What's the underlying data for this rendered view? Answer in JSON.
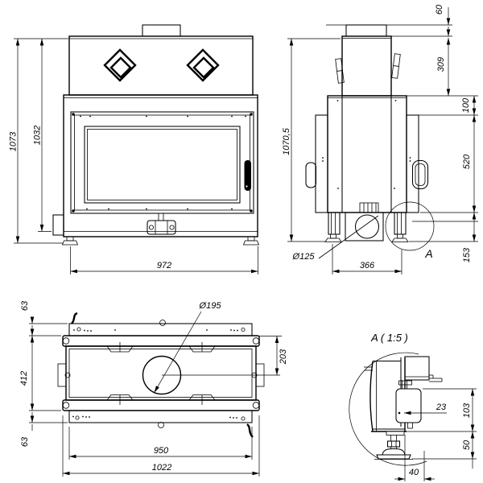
{
  "drawing": {
    "front_view": {
      "height_total": "1073",
      "height_body": "1032",
      "width": "972"
    },
    "side_view": {
      "height_total": "1070,5",
      "collar_height": "60",
      "hood_height": "309",
      "gap": "100",
      "panel_height": "520",
      "base_height": "153",
      "duct_diameter": "Ø125",
      "depth": "366",
      "detail_marker": "A"
    },
    "top_view": {
      "flange_top": "63",
      "depth": "412",
      "flange_bottom": "63",
      "flue_offset": "203",
      "flue_diameter": "Ø195",
      "width_inner": "950",
      "width_outer": "1022"
    },
    "detail_view": {
      "title": "A ( 1:5 )",
      "bracket_width": "23",
      "upper_height": "103",
      "foot_height": "50",
      "foot_offset": "40"
    }
  }
}
